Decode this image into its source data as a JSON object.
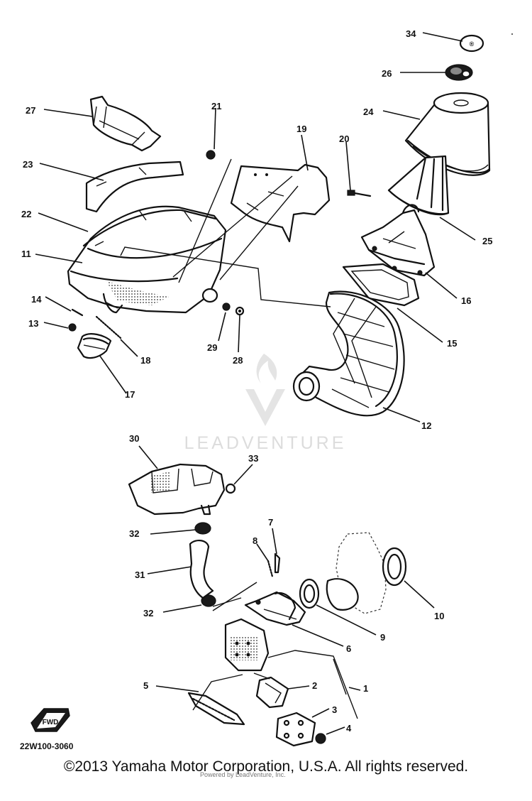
{
  "callouts": [
    {
      "id": "34",
      "label": "34"
    },
    {
      "id": "26",
      "label": "26"
    },
    {
      "id": "24",
      "label": "24"
    },
    {
      "id": "27",
      "label": "27"
    },
    {
      "id": "21",
      "label": "21"
    },
    {
      "id": "19",
      "label": "19"
    },
    {
      "id": "20",
      "label": "20"
    },
    {
      "id": "23",
      "label": "23"
    },
    {
      "id": "22",
      "label": "22"
    },
    {
      "id": "25",
      "label": "25"
    },
    {
      "id": "11",
      "label": "11"
    },
    {
      "id": "16",
      "label": "16"
    },
    {
      "id": "14",
      "label": "14"
    },
    {
      "id": "13",
      "label": "13"
    },
    {
      "id": "29",
      "label": "29"
    },
    {
      "id": "28",
      "label": "28"
    },
    {
      "id": "15",
      "label": "15"
    },
    {
      "id": "18",
      "label": "18"
    },
    {
      "id": "17",
      "label": "17"
    },
    {
      "id": "12",
      "label": "12"
    },
    {
      "id": "30",
      "label": "30"
    },
    {
      "id": "33",
      "label": "33"
    },
    {
      "id": "7",
      "label": "7"
    },
    {
      "id": "8",
      "label": "8"
    },
    {
      "id": "32a",
      "label": "32"
    },
    {
      "id": "31",
      "label": "31"
    },
    {
      "id": "32b",
      "label": "32"
    },
    {
      "id": "10",
      "label": "10"
    },
    {
      "id": "9",
      "label": "9"
    },
    {
      "id": "6",
      "label": "6"
    },
    {
      "id": "5",
      "label": "5"
    },
    {
      "id": "2",
      "label": "2"
    },
    {
      "id": "1",
      "label": "1"
    },
    {
      "id": "3",
      "label": "3"
    },
    {
      "id": "4",
      "label": "4"
    }
  ],
  "fwd_badge": "FWD",
  "diagram_code": "22W100-3060",
  "watermark": "LEADVENTURE",
  "copyright": "©2013 Yamaha Motor Corporation, U.S.A. All rights reserved.",
  "overprint": "Powered by LeadVenture, Inc."
}
